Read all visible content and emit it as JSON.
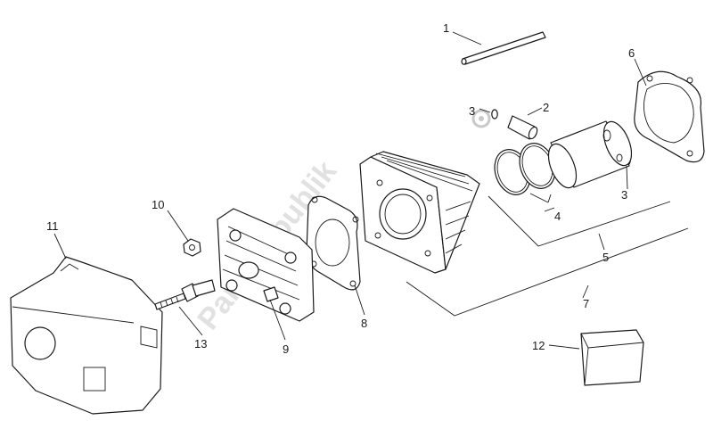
{
  "watermark": "PartsRepublik",
  "callouts": [
    {
      "id": "1",
      "text": "1"
    },
    {
      "id": "2",
      "text": "2"
    },
    {
      "id": "3a",
      "text": "3"
    },
    {
      "id": "3b",
      "text": "3"
    },
    {
      "id": "4",
      "text": "4"
    },
    {
      "id": "5",
      "text": "5"
    },
    {
      "id": "6",
      "text": "6"
    },
    {
      "id": "7",
      "text": "7"
    },
    {
      "id": "8",
      "text": "8"
    },
    {
      "id": "9",
      "text": "9"
    },
    {
      "id": "10",
      "text": "10"
    },
    {
      "id": "11",
      "text": "11"
    },
    {
      "id": "12",
      "text": "12"
    },
    {
      "id": "13",
      "text": "13"
    }
  ],
  "colors": {
    "line": "#1a1a1a",
    "watermark": "#c9c9c9",
    "background": "#ffffff"
  }
}
